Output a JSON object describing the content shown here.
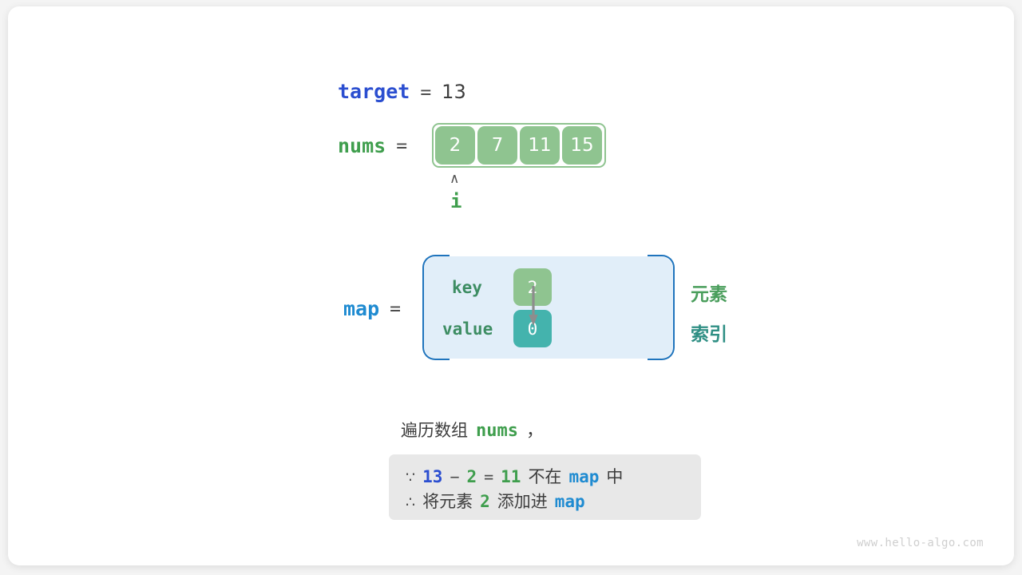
{
  "diagram": {
    "title_vars": {
      "target_name": "target",
      "target_equals": "=",
      "target_value": "13",
      "nums_name": "nums",
      "nums_equals": "=",
      "map_name": "map",
      "map_equals": "="
    },
    "array": {
      "values": [
        "2",
        "7",
        "11",
        "15"
      ],
      "pointer_caret": "∧",
      "pointer_label": "i",
      "pointer_index": 0
    },
    "map": {
      "key_label": "key",
      "value_label": "value",
      "key_cell": "2",
      "value_cell": "0",
      "side_label_element": "元素",
      "side_label_index": "索引"
    },
    "caption": {
      "text_prefix": "遍历数组",
      "code": "nums",
      "comma": "，"
    },
    "note": {
      "line1": {
        "symbol": "∵",
        "a": "13",
        "minus": "−",
        "b": "2",
        "equals": "=",
        "result": "11",
        "text_mid": "不在",
        "code": "map",
        "text_end": "中"
      },
      "line2": {
        "symbol": "∴",
        "text_start": "将元素",
        "value": "2",
        "text_mid": "添加进",
        "code": "map"
      }
    },
    "watermark": "www.hello-algo.com",
    "colors": {
      "accent_blue_dark": "#2b4ed0",
      "accent_blue_light": "#1f8bd1",
      "accent_green": "#3f9e4d",
      "cell_green": "#8fc490",
      "cell_teal": "#44b3ad",
      "map_bg": "#e1eef9",
      "map_border": "#1f74bd",
      "note_bg": "#e8e8e8",
      "canvas_bg": "#ffffff"
    }
  }
}
